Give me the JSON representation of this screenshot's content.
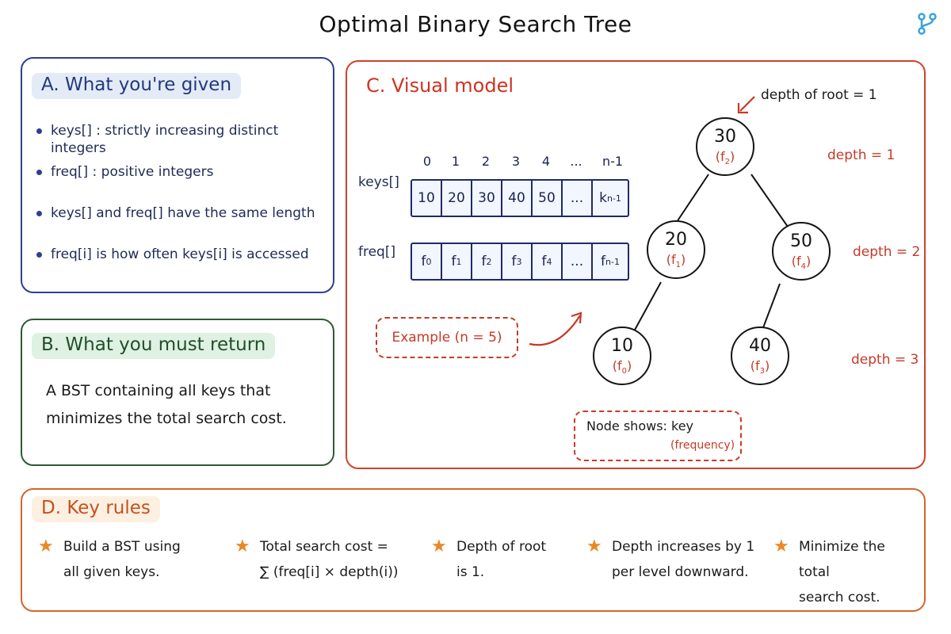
{
  "header": {
    "title": "Optimal Binary Search Tree",
    "corner_icon": "branch-icon"
  },
  "colors": {
    "panel_a": "#2d3f8f",
    "panel_b": "#2f5a34",
    "panel_c": "#d3412b",
    "panel_d": "#d2662c",
    "accent_red": "#c63a28",
    "star": "#e98826"
  },
  "panel_a": {
    "title": "A. What you're given",
    "items": [
      "keys[] : strictly increasing distinct integers",
      "freq[] : positive integers",
      "keys[] and freq[] have the same length",
      "freq[i] is how often keys[i] is accessed"
    ]
  },
  "panel_b": {
    "title": "B. What you must return",
    "body": "A BST containing all keys that minimizes the total search cost."
  },
  "panel_c": {
    "title": "C. Visual model",
    "indices": [
      "0",
      "1",
      "2",
      "3",
      "4",
      "...",
      "n-1"
    ],
    "keys_label": "keys[]",
    "keys": [
      "10",
      "20",
      "30",
      "40",
      "50",
      "...",
      "k"
    ],
    "keys_last_sub": "n-1",
    "freq_label": "freq[]",
    "freq": [
      "f",
      "f",
      "f",
      "f",
      "f",
      "...",
      "f"
    ],
    "freq_subs": [
      "0",
      "1",
      "2",
      "3",
      "4",
      "",
      "n-1"
    ],
    "example": "Example (n = 5)",
    "root_note": "depth of root = 1",
    "depths": [
      "depth = 1",
      "depth = 2",
      "depth = 3"
    ],
    "nodes": {
      "n30": {
        "key": "30",
        "freq": "(f",
        "sub": "2",
        "close": ")"
      },
      "n20": {
        "key": "20",
        "freq": "(f",
        "sub": "1",
        "close": ")"
      },
      "n50": {
        "key": "50",
        "freq": "(f",
        "sub": "4",
        "close": ")"
      },
      "n10": {
        "key": "10",
        "freq": "(f",
        "sub": "0",
        "close": ")"
      },
      "n40": {
        "key": "40",
        "freq": "(f",
        "sub": "3",
        "close": ")"
      }
    },
    "legend": {
      "main": "Node shows: key",
      "sub": "(frequency)"
    }
  },
  "panel_d": {
    "title": "D. Key rules",
    "rules": [
      {
        "line1": "Build a BST using",
        "line2": "all given keys."
      },
      {
        "line1": "Total search cost =",
        "line2": "∑ (freq[i] × depth(i))"
      },
      {
        "line1": "Depth of root",
        "line2": "is 1."
      },
      {
        "line1": "Depth increases by 1",
        "line2": "per level downward."
      },
      {
        "line1": "Minimize the total",
        "line2": "search cost."
      }
    ]
  }
}
